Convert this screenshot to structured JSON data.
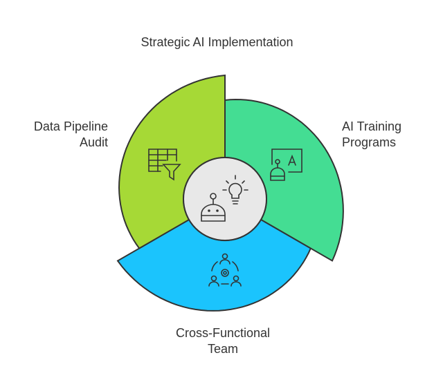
{
  "title": "Strategic AI Implementation",
  "segments": [
    {
      "label_line1": "AI Training",
      "label_line2": "Programs",
      "color": "#44dd93",
      "icon": "robot-teaching-icon"
    },
    {
      "label_line1": "Cross-Functional",
      "label_line2": "Team",
      "color": "#1bc4fd",
      "icon": "team-gear-icon"
    },
    {
      "label_line1": "Data Pipeline",
      "label_line2": "Audit",
      "color": "#a6d936",
      "icon": "table-filter-icon"
    }
  ],
  "center": {
    "color": "#e8e8e8",
    "icon": "robot-lightbulb-icon"
  }
}
